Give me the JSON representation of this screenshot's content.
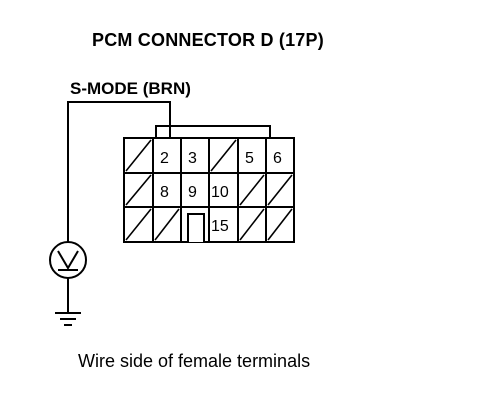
{
  "diagram": {
    "title": "PCM CONNECTOR D (17P)",
    "wire_label": "S-MODE (BRN)",
    "caption": "Wire side of female terminals",
    "meter_icon": "voltmeter-icon",
    "ground_icon": "ground-icon",
    "connector": {
      "rows": [
        [
          "",
          "2",
          "3",
          "",
          "5",
          "6"
        ],
        [
          "",
          "8",
          "9",
          "10",
          "",
          ""
        ],
        [
          "",
          "",
          "key",
          "15",
          "",
          ""
        ]
      ],
      "highlighted_pin": "2"
    }
  }
}
